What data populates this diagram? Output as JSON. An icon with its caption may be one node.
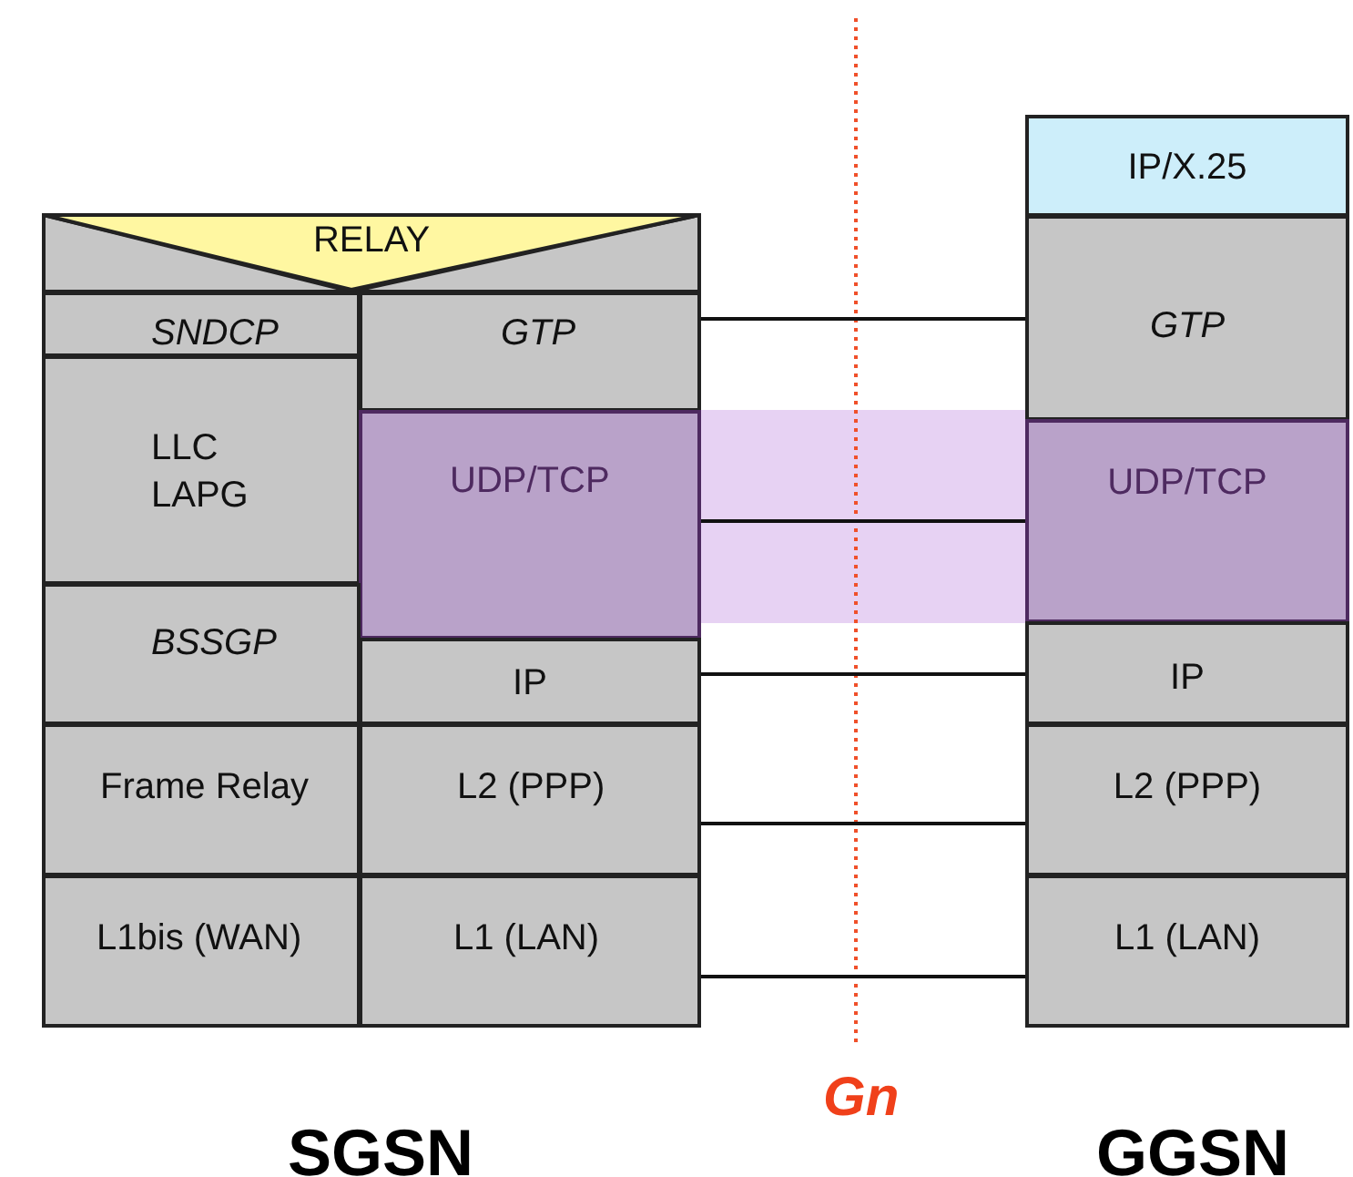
{
  "diagram": {
    "nodes": [
      {
        "text": [
          "RELAY"
        ]
      },
      {
        "text": [
          "SNDCP"
        ]
      },
      {
        "text": [
          "GTP"
        ]
      },
      {
        "text": [
          "LLC LAPG"
        ]
      },
      {
        "text": [
          "UDP/TCP"
        ]
      },
      {
        "text": [
          "BSSGP"
        ]
      },
      {
        "text": [
          "IP"
        ]
      },
      {
        "text": [
          "Frame Relay"
        ]
      },
      {
        "text": [
          "L2 (PPP)"
        ]
      },
      {
        "text": [
          "L1bis (WAN)"
        ]
      },
      {
        "text": [
          "L1 (LAN)"
        ]
      },
      {
        "text": [
          "IP/X.25"
        ]
      },
      {
        "text": [
          "GTP"
        ]
      },
      {
        "text": [
          "UDP/TCP"
        ]
      },
      {
        "text": [
          "IP"
        ]
      },
      {
        "text": [
          "L2 (PPP)"
        ]
      },
      {
        "text": [
          "L1 (LAN)"
        ]
      }
    ],
    "edges": [
      {
        "from": 2,
        "to": 12,
        "arrow": "none"
      },
      {
        "from": 4,
        "to": 13,
        "arrow": "none"
      },
      {
        "from": 6,
        "to": 14,
        "arrow": "none"
      },
      {
        "from": 8,
        "to": 15,
        "arrow": "none"
      },
      {
        "from": 10,
        "to": 16,
        "arrow": "none"
      }
    ],
    "labels": [
      "Gn",
      "SGSN",
      "GGSN"
    ]
  }
}
